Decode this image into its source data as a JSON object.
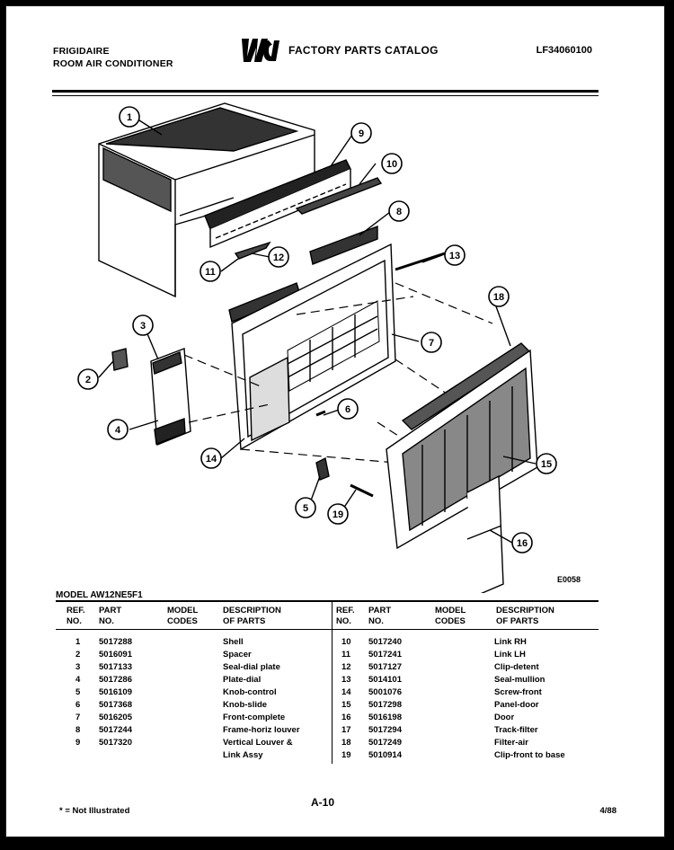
{
  "header": {
    "brand": "FRIGIDAIRE",
    "product": "ROOM AIR CONDITIONER",
    "logo_text": "WCI",
    "catalog_title": "FACTORY PARTS CATALOG",
    "catalog_number": "LF34060100"
  },
  "diagram": {
    "id": "E0058",
    "callouts": [
      "1",
      "9",
      "10",
      "8",
      "12",
      "11",
      "13",
      "18",
      "3",
      "7",
      "2",
      "6",
      "4",
      "14",
      "15",
      "5",
      "19",
      "16"
    ]
  },
  "table": {
    "model_label": "MODEL AW12NE5F1",
    "headers": {
      "ref": "REF.\nNO.",
      "part": "PART\nNO.",
      "codes": "MODEL\nCODES",
      "desc": "DESCRIPTION\nOF PARTS"
    },
    "left_rows": [
      {
        "ref": "1",
        "part": "5017288",
        "code": "",
        "desc": "Shell"
      },
      {
        "ref": "2",
        "part": "5016091",
        "code": "",
        "desc": "Spacer"
      },
      {
        "ref": "3",
        "part": "5017133",
        "code": "",
        "desc": "Seal-dial plate"
      },
      {
        "ref": "4",
        "part": "5017286",
        "code": "",
        "desc": "Plate-dial"
      },
      {
        "ref": "5",
        "part": "5016109",
        "code": "",
        "desc": "Knob-control"
      },
      {
        "ref": "6",
        "part": "5017368",
        "code": "",
        "desc": "Knob-slide"
      },
      {
        "ref": "7",
        "part": "5016205",
        "code": "",
        "desc": "Front-complete"
      },
      {
        "ref": "8",
        "part": "5017244",
        "code": "",
        "desc": "Frame-horiz louver"
      },
      {
        "ref": "9",
        "part": "5017320",
        "code": "",
        "desc": "Vertical Louver &"
      },
      {
        "ref": "",
        "part": "",
        "code": "",
        "desc": "Link Assy"
      }
    ],
    "right_rows": [
      {
        "ref": "10",
        "part": "5017240",
        "code": "",
        "desc": "Link RH"
      },
      {
        "ref": "11",
        "part": "5017241",
        "code": "",
        "desc": "Link LH"
      },
      {
        "ref": "12",
        "part": "5017127",
        "code": "",
        "desc": "Clip-detent"
      },
      {
        "ref": "13",
        "part": "5014101",
        "code": "",
        "desc": "Seal-mullion"
      },
      {
        "ref": "14",
        "part": "5001076",
        "code": "",
        "desc": "Screw-front"
      },
      {
        "ref": "15",
        "part": "5017298",
        "code": "",
        "desc": "Panel-door"
      },
      {
        "ref": "16",
        "part": "5016198",
        "code": "",
        "desc": "Door"
      },
      {
        "ref": "17",
        "part": "5017294",
        "code": "",
        "desc": "Track-filter"
      },
      {
        "ref": "18",
        "part": "5017249",
        "code": "",
        "desc": "Filter-air"
      },
      {
        "ref": "19",
        "part": "5010914",
        "code": "",
        "desc": "Clip-front to base"
      }
    ]
  },
  "footer": {
    "footnote": "* = Not Illustrated",
    "page": "A-10",
    "date": "4/88"
  }
}
